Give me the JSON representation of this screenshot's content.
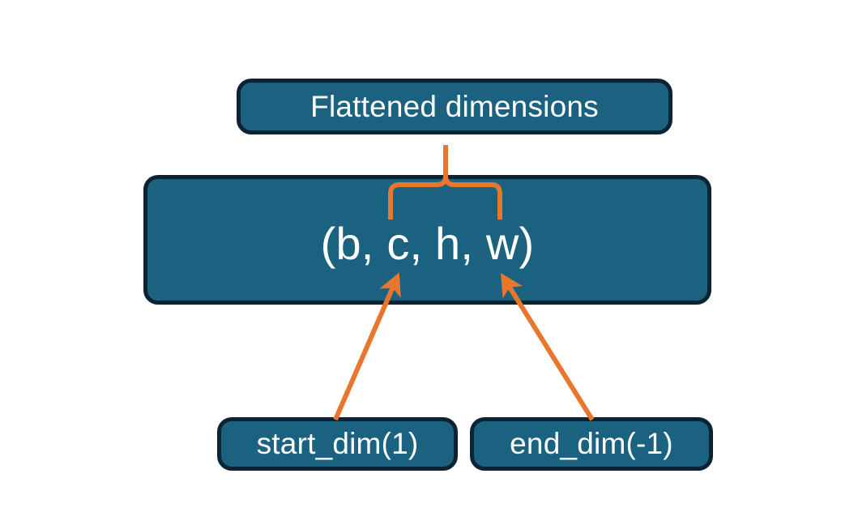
{
  "diagram": {
    "title_node": {
      "label": "Flattened dimensions"
    },
    "shape_node": {
      "label": "(b, c, h, w)"
    },
    "param_nodes": [
      {
        "label": "start_dim(1)"
      },
      {
        "label": "end_dim(-1)"
      }
    ],
    "connectors": {
      "brace_name": "flatten-range-brace",
      "start_arrow_name": "start-dim-arrow",
      "end_arrow_name": "end-dim-arrow"
    },
    "colors": {
      "node_fill": "#1b6180",
      "node_border": "#0d2333",
      "node_text": "#ffffff",
      "accent_orange": "#e8762c",
      "background": "#ffffff"
    }
  }
}
